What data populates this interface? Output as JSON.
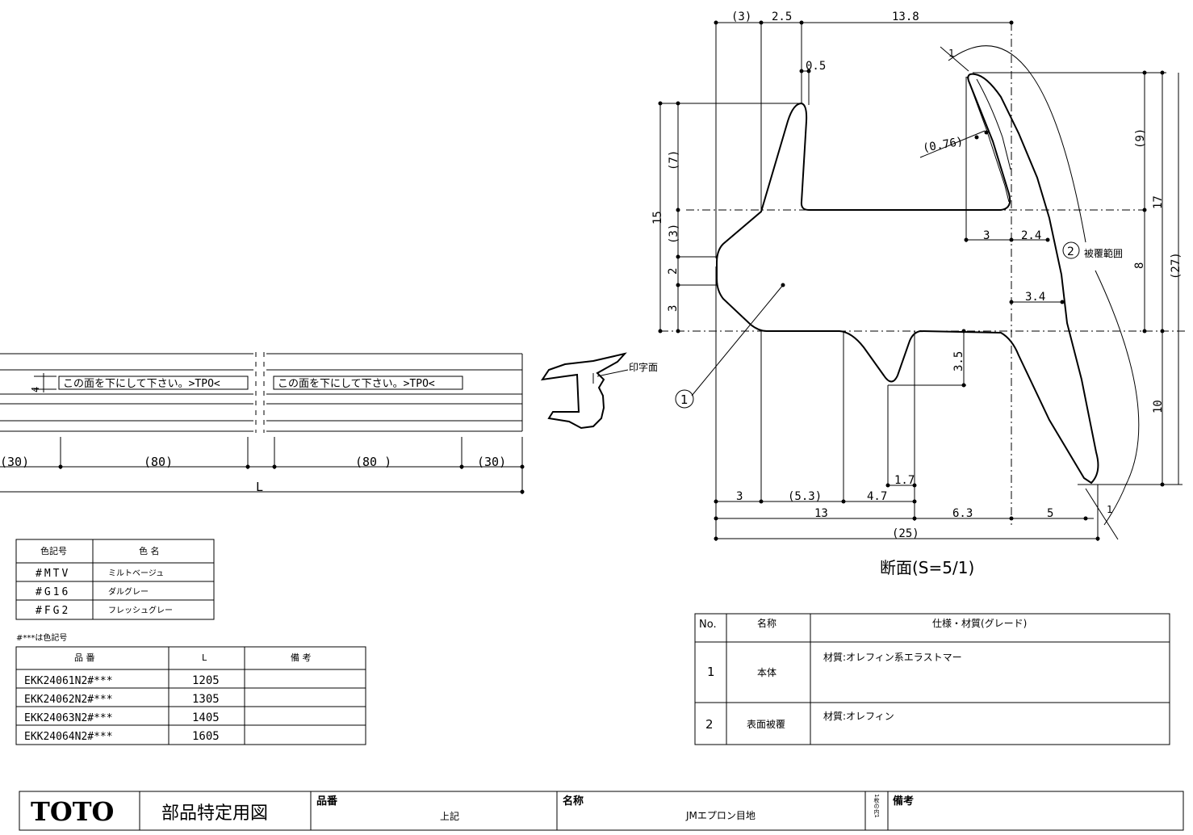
{
  "strip": {
    "print_text": "この面を下にして下さい。>TPO<",
    "print_side_label": "印字面",
    "height_mark": "4",
    "dims": {
      "end_left": "(30)",
      "mid_left": "(80)",
      "mid_right": "(80 )",
      "end_right": "(30)",
      "length": "L"
    }
  },
  "section": {
    "title": "断面(S=5/1)",
    "part1": "1",
    "part2": "2",
    "part2_label": "被覆範囲",
    "dims": {
      "top_3": "(3)",
      "top_2_5": "2.5",
      "top_13_8": "13.8",
      "lip_0_5": "0.5",
      "coat_1_top": "1",
      "coat_0_76": "(0.76)",
      "left_15": "15",
      "left_7": "(7)",
      "left_3a": "(3)",
      "left_2": "2",
      "left_3b": "3",
      "right_9": "(9)",
      "right_17": "17",
      "right_8": "8",
      "right_27": "(27)",
      "right_10": "10",
      "mid_3": "3",
      "mid_2_4": "2.4",
      "mid_3_4": "3.4",
      "mid_3_5": "3.5",
      "bot_1_7": "1.7",
      "bot_3": "3",
      "bot_5_3": "(5.3)",
      "bot_4_7": "4.7",
      "bot_13": "13",
      "bot_6_3": "6.3",
      "bot_5": "5",
      "bot_25": "(25)",
      "coat_1_bot": "1"
    }
  },
  "color_table": {
    "headers": [
      "色記号",
      "色 名"
    ],
    "rows": [
      [
        "#MTV",
        "ミルトベージュ"
      ],
      [
        "#G16",
        "ダルグレー"
      ],
      [
        "#FG2",
        "フレッシュグレー"
      ]
    ]
  },
  "color_note": "#***は色記号",
  "part_table": {
    "headers": [
      "品 番",
      "L",
      "備 考"
    ],
    "rows": [
      [
        "EKK24061N2#***",
        "1205",
        ""
      ],
      [
        "EKK24062N2#***",
        "1305",
        ""
      ],
      [
        "EKK24063N2#***",
        "1405",
        ""
      ],
      [
        "EKK24064N2#***",
        "1605",
        ""
      ]
    ]
  },
  "spec_table": {
    "headers": [
      "No.",
      "名称",
      "仕様・材質(グレード)"
    ],
    "rows": [
      [
        "1",
        "本体",
        "材質:オレフィン系エラストマー"
      ],
      [
        "2",
        "表面被覆",
        "材質:オレフィン"
      ]
    ]
  },
  "title_block": {
    "logo": "TOTO",
    "doc_type": "部品特定用図",
    "part_no_label": "品番",
    "part_no_value": "上記",
    "name_label": "名称",
    "name_value": "JMエプロン目地",
    "sheet_label": "1枚の内1",
    "remarks_label": "備考"
  }
}
